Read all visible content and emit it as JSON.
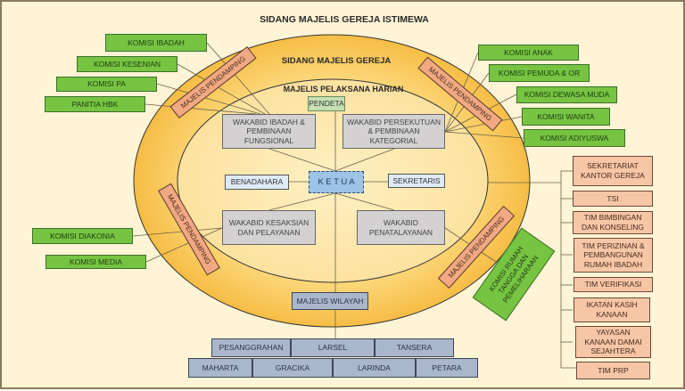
{
  "title": "SIDANG MAJELIS GEREJA ISTIMEWA",
  "outer_label": "SIDANG MAJELIS GEREJA",
  "inner_label": "MAJELIS PELAKSANA HARIAN",
  "pendeta": "PENDETA",
  "ketua": "K E T U A",
  "benadahara": "BENADAHARA",
  "sekretaris": "SEKRETARIS",
  "wakabid": [
    "WAKABID IBADAH &\nPEMBINAAN\nFUNGSIONAL",
    "WAKABID PERSEKUTUAN\n& PEMBINAAN\nKATEGORIAL",
    "WAKABID KESAKSIAN\nDAN PELAYANAN",
    "WAKABID\nPENATALAYANAN"
  ],
  "majelis_pendamping": "MAJELIS PENDAMPING",
  "komisi_left": [
    "KOMISI IBADAH",
    "KOMISI KESENIAN",
    "KOMISI PA",
    "PANITIA HBK",
    "KOMISI DIAKONIA",
    "KOMISI MEDIA"
  ],
  "komisi_right": [
    "KOMISI ANAK",
    "KOMISI PEMUDA & OR",
    "KOMISI DEWASA MUDA",
    "KOMISI WANITA",
    "KOMISI ADIYUSWA"
  ],
  "komisi_rumah_tangga": "KOMISI RUMAH\nTANGGA DAN\nPEMELIHARAAN",
  "majelis_wilayah": "MAJELIS WILAYAH",
  "wilayah": [
    "PESANGGRAHAN",
    "LARSEL",
    "TANSERA",
    "MAHARTA",
    "GRACIKA",
    "LARINDA",
    "PETARA"
  ],
  "units": [
    "SEKRETARIAT\nKANTOR GEREJA",
    "TSI",
    "TIM BIMBINGAN\nDAN KONSELING",
    "TIM PERIZINAN &\nPEMBANGUNAN\nRUMAH IBADAH",
    "TIM VERIFIKASI",
    "IKATAN KASIH\nKANAAN",
    "YAYASAN\nKANAAN DAMAI\nSEJAHTERA",
    "TIM PRP"
  ]
}
